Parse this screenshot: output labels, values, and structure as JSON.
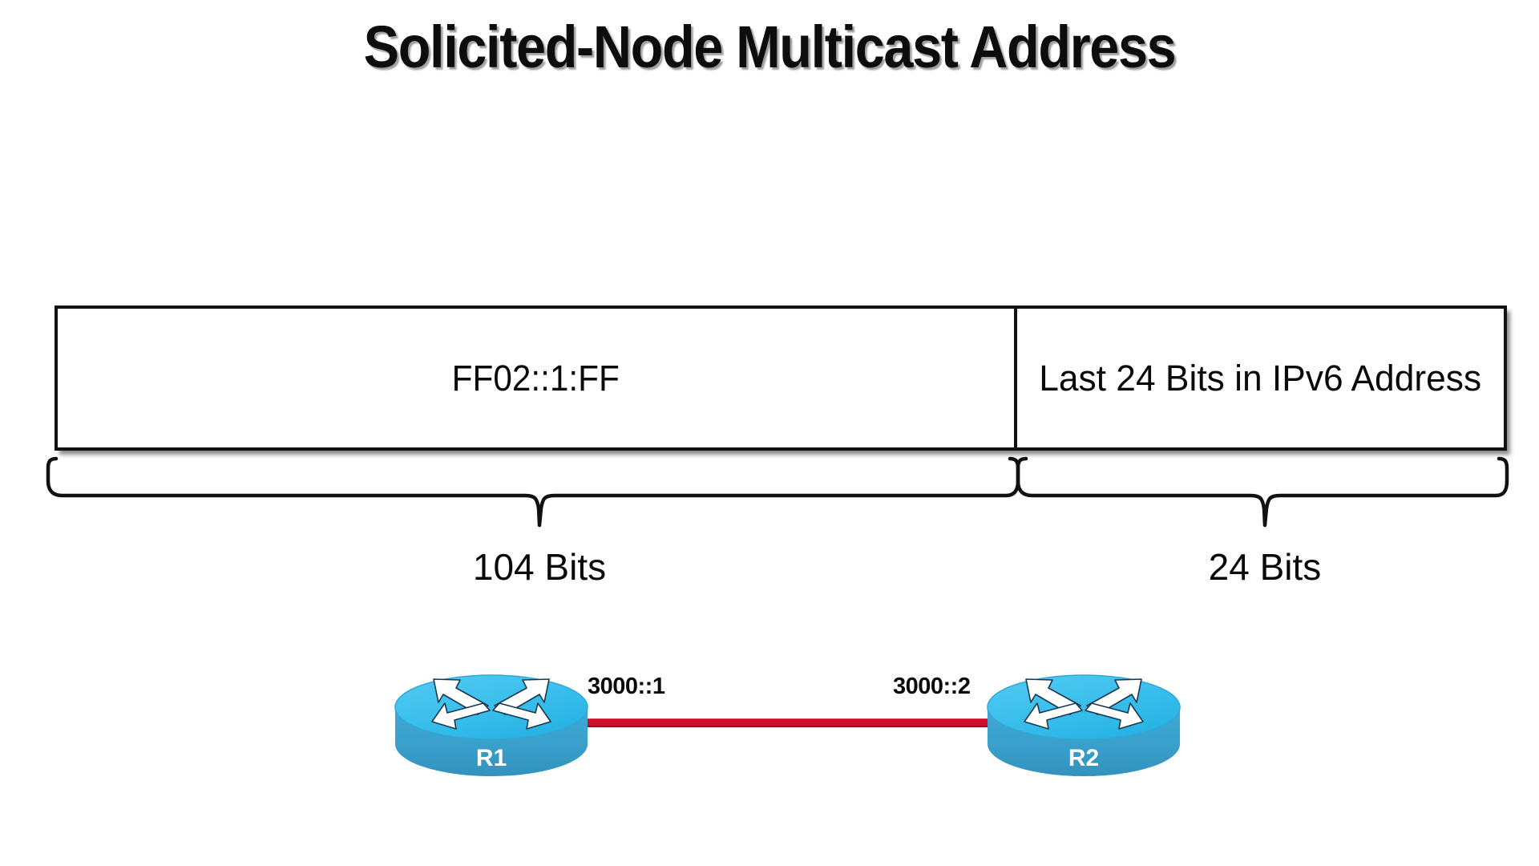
{
  "slide": {
    "title": "Solicited-Node Multicast Address",
    "background_color": "#ffffff"
  },
  "address_box": {
    "name": "solicited-node-multicast-address-format",
    "border_color": "#111111",
    "fill_color": "#ffffff",
    "fields": [
      {
        "id": "prefix",
        "label": "FF02::1:FF",
        "bits": 104,
        "bits_label": "104 Bits",
        "width_fraction": 0.661
      },
      {
        "id": "suffix",
        "label": "Last 24 Bits in IPv6 Address",
        "bits": 24,
        "bits_label": "24 Bits",
        "width_fraction": 0.339
      }
    ]
  },
  "topology": {
    "link_color": "#ce0e2d",
    "routers": [
      {
        "id": "r1",
        "label": "R1",
        "top_color": "#37bdeb",
        "body_color": "#3a9fcb",
        "icon": "cisco-router-icon"
      },
      {
        "id": "r2",
        "label": "R2",
        "top_color": "#37bdeb",
        "body_color": "#3a9fcb",
        "icon": "cisco-router-icon"
      }
    ],
    "interfaces": [
      {
        "id": "r1-interface",
        "address": "3000::1",
        "router": "R1"
      },
      {
        "id": "r2-interface",
        "address": "3000::2",
        "router": "R2"
      }
    ]
  }
}
